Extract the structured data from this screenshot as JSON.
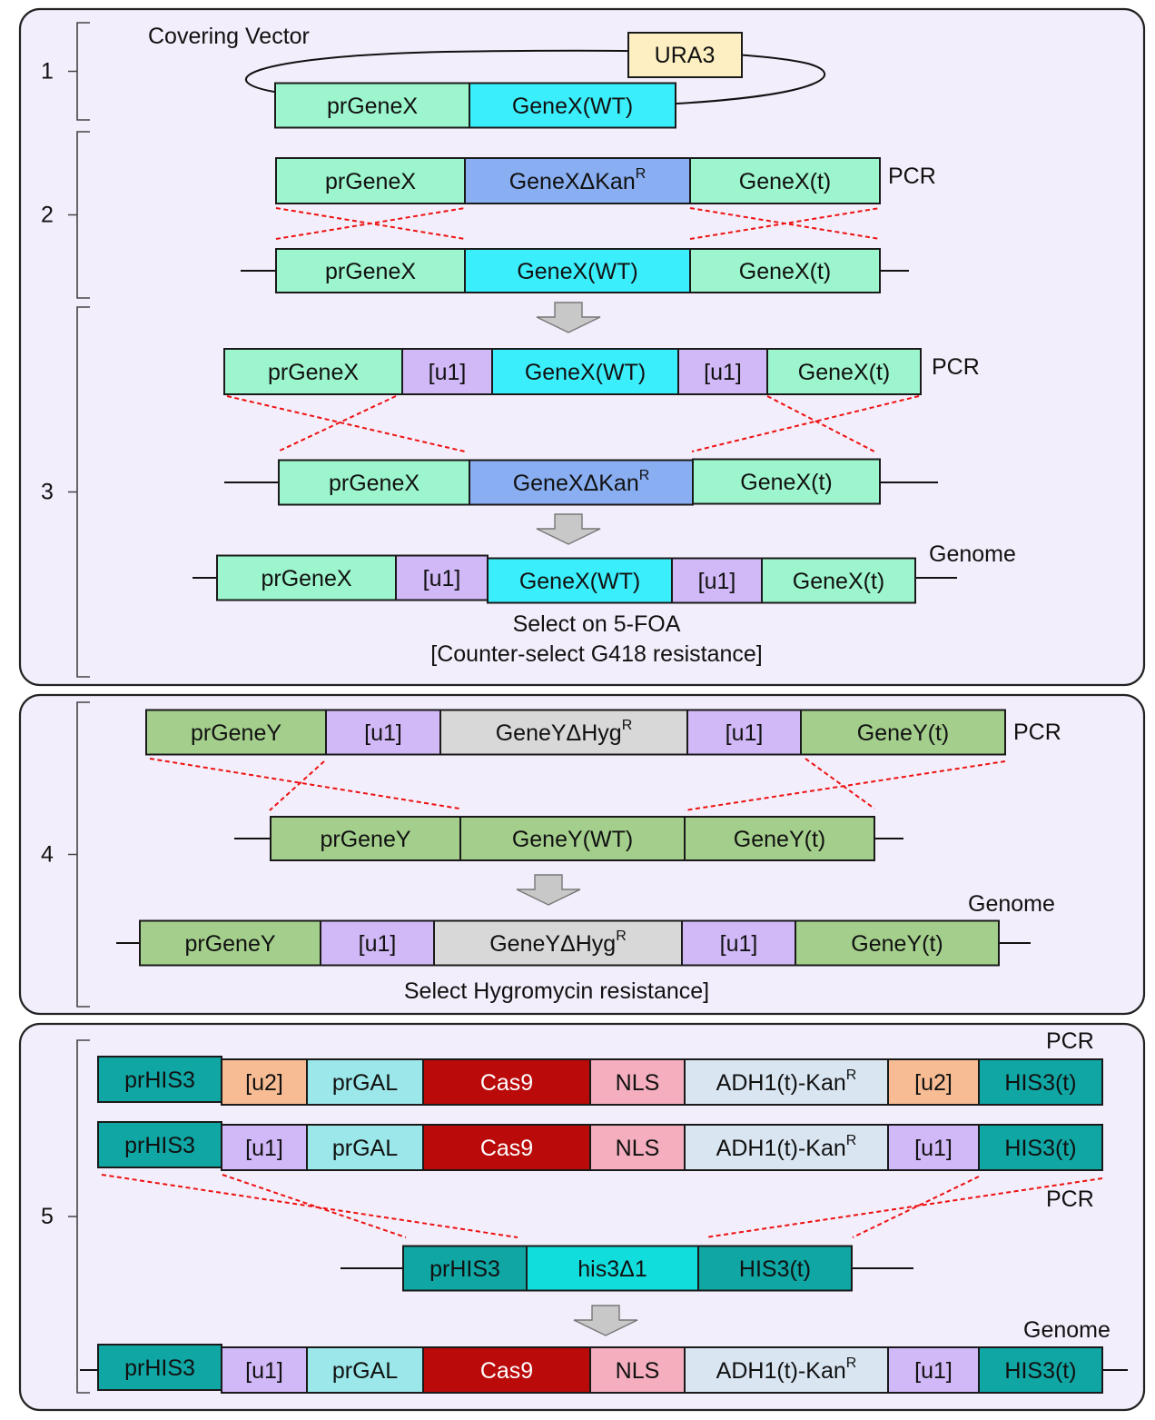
{
  "colors": {
    "panel_bg": "#F3EEFB",
    "panel_border": "#222222",
    "prGeneX": "#9CF5CC",
    "geneXWT": "#3BEEFC",
    "kanDel": "#89AEF1",
    "u1": "#D1B8F6",
    "prGeneY": "#A4CE8C",
    "hygDel": "#D8D8D8",
    "his3": "#0FA6A4",
    "his3d1": "#12DDDD",
    "u2": "#F7BC93",
    "prGAL": "#9BE7E9",
    "cas9": "#BA0A0A",
    "nls": "#F4AEBE",
    "adh1": "#D9E6F2",
    "ura3": "#FDEFC2",
    "crossover": "#EE1111",
    "arrow_fill": "#C8C8C8",
    "arrow_stroke": "#777777"
  },
  "icons": [
    "down-arrow-icon",
    "crossover-icon",
    "plasmid-loop-icon"
  ],
  "step_labels": [
    "1",
    "2",
    "3",
    "4",
    "5"
  ],
  "labels": {
    "covering_vector": "Covering Vector",
    "ura3": "URA3",
    "pcr": "PCR",
    "genome": "Genome",
    "select_foa": "Select on 5-FOA",
    "counter_select": "[Counter-select G418 resistance]",
    "select_hyg": "Select Hygromycin resistance]"
  },
  "segment_text": {
    "prGeneX": "prGeneX",
    "geneXWT": "GeneX(WT)",
    "geneXKan": "GeneXΔKan",
    "geneXt": "GeneX(t)",
    "u1": "[u1]",
    "u2": "[u2]",
    "prGeneY": "prGeneY",
    "geneYHyg": "GeneYΔHyg",
    "geneYWT": "GeneY(WT)",
    "geneYt": "GeneY(t)",
    "prHIS3": "prHIS3",
    "prGAL": "prGAL",
    "cas9": "Cas9",
    "nls": "NLS",
    "adh1Kan": "ADH1(t)-Kan",
    "his3t": "HIS3(t)",
    "his3d1": "his3Δ1",
    "sup_r": "R"
  }
}
